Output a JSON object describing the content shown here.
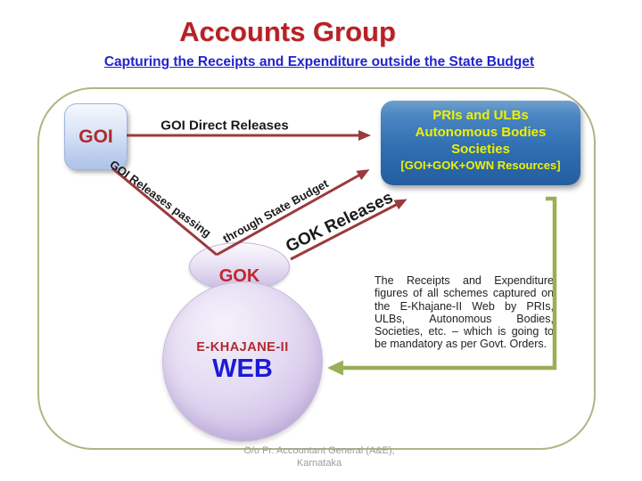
{
  "slide": {
    "title": "Accounts Group",
    "subtitle": "Capturing the Receipts and Expenditure outside the State Budget",
    "footer_line1": "O/o Pr. Accountant General (A&E),",
    "footer_line2": "Karnataka"
  },
  "diagram": {
    "goi_label": "GOI",
    "gok_label": "GOK",
    "circle": {
      "line1": "E-KHAJANE-II",
      "line2": "WEB"
    },
    "target_box": {
      "line1": "PRIs and ULBs",
      "line2": "Autonomous Bodies",
      "line3": "Societies",
      "line4": "[GOI+GOK+OWN Resources]"
    },
    "arrow_labels": {
      "goi_direct": "GOI Direct Releases",
      "goi_passing": "GOI Releases passing",
      "through_budget": "through State Budget",
      "gok_releases": "GOK Releases"
    },
    "note": "The Receipts and Expenditure figures of all schemes captured on the E-Khajane-II Web by PRIs, ULBs, Autonomous Bodies, Societies, etc. – which is going to be mandatory as per Govt. Orders."
  },
  "colors": {
    "title_red": "#B92025",
    "subtitle_blue": "#2323CE",
    "arrow_red": "#9B3A3C",
    "target_box_blue": "#2F6FB2",
    "target_box_text": "#F0F000",
    "green_arrow": "#9AAF55",
    "container_border": "#B3B485",
    "lavender_shape": "#D9CDEC",
    "goi_text_red": "#B02A30",
    "web_text_blue": "#1A1AD6",
    "footer_gray": "#9B9B9B"
  }
}
